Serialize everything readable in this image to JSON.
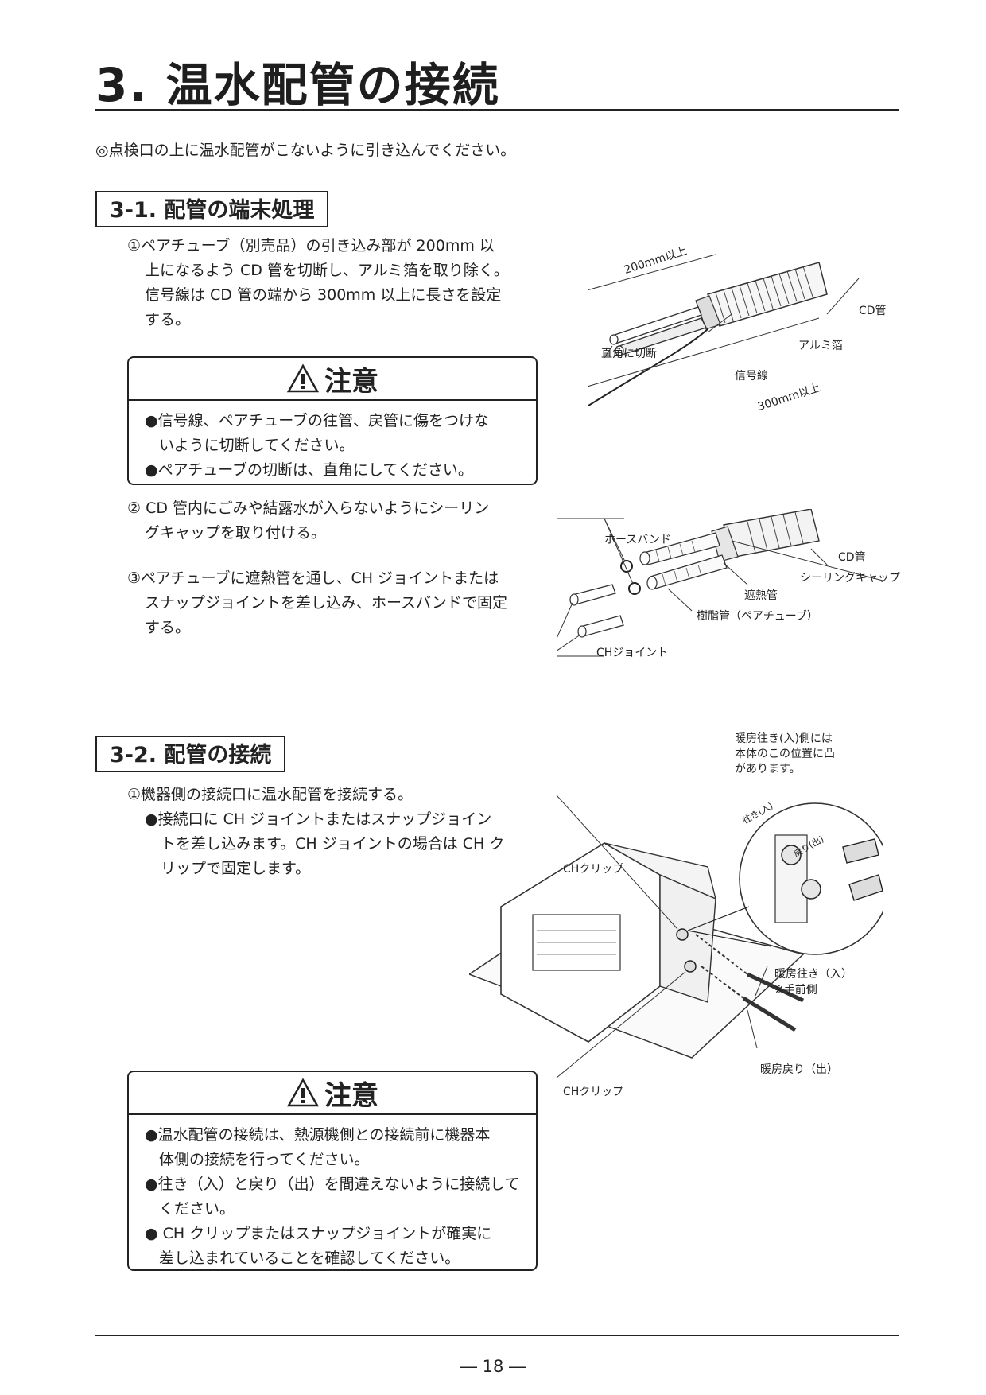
{
  "page": {
    "title": "3. 温水配管の接続",
    "intro": "◎点検口の上に温水配管がこないように引き込んでください。",
    "page_number": "― 18 ―"
  },
  "section1": {
    "heading": "3-1. 配管の端末処理",
    "step1": [
      "①ペアチューブ（別売品）の引き込み部が 200mm 以",
      "上になるよう CD 管を切断し、アルミ箔を取り除く。",
      "信号線は CD 管の端から 300mm 以上に長さを設定",
      "する。"
    ],
    "caution": {
      "title": "注意",
      "items": [
        "●信号線、ペアチューブの往管、戻管に傷をつけな",
        "いように切断してください。",
        "●ペアチューブの切断は、直角にしてください。"
      ]
    },
    "step2": [
      "② CD 管内にごみや結露水が入らないようにシーリン",
      "グキャップを取り付ける。"
    ],
    "step3": [
      "③ペアチューブに遮熱管を通し、CH ジョイントまたは",
      "スナップジョイントを差し込み、ホースバンドで固定",
      "する。"
    ],
    "figure1": {
      "dim_200": "200mm以上",
      "cd_pipe": "CD管",
      "cut_square": "直角に切断",
      "aluminum_foil": "アルミ箔",
      "signal_wire": "信号線",
      "dim_300": "300mm以上"
    },
    "figure2": {
      "hose_band": "ホースバンド",
      "cd_pipe": "CD管",
      "sealing_cap": "シーリングキャップ",
      "heat_shield": "遮熱管",
      "resin_pipe": "樹脂管（ペアチューブ）",
      "ch_joint": "CHジョイント"
    }
  },
  "section2": {
    "heading": "3-2. 配管の接続",
    "step1": [
      "①機器側の接続口に温水配管を接続する。",
      "●接続口に CH ジョイントまたはスナップジョイン",
      "トを差し込みます。CH ジョイントの場合は CH ク",
      "リップで固定します。"
    ],
    "caution": {
      "title": "注意",
      "items": [
        "●温水配管の接続は、熱源機側との接続前に機器本",
        "体側の接続を行ってください。",
        "●往き（入）と戻り（出）を間違えないように接続して",
        "ください。",
        "● CH クリップまたはスナップジョイントが確実に",
        "差し込まれていることを確認してください。"
      ]
    },
    "figure3": {
      "note": [
        "暖房往き(入)側には",
        "本体のこの位置に凸",
        "があります。"
      ],
      "inlet_mark": "往き(入)",
      "outlet_mark": "戻り(出)",
      "ch_clip_top": "CHクリップ",
      "ch_clip_bottom": "CHクリップ",
      "heating_supply": "暖房往き（入）",
      "front_side": "※手前側",
      "heating_return": "暖房戻り（出）"
    }
  }
}
